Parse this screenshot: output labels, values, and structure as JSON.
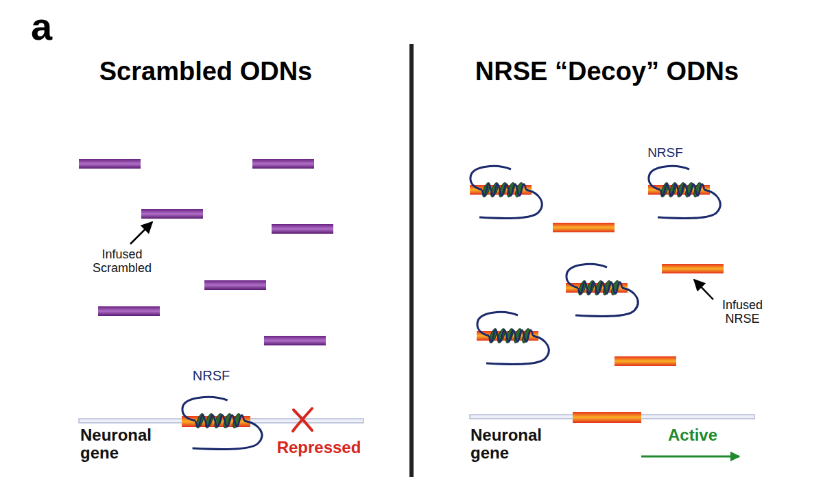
{
  "diagram": {
    "labels": [
      "a",
      "Scrambled ODNs",
      "NRSE “Decoy” ODNs",
      "Infused Scrambled",
      "NRSF",
      "Neuronal gene",
      "Repressed",
      "NRSF",
      "Infused NRSE",
      "Neuronal gene",
      "Active"
    ]
  }
}
